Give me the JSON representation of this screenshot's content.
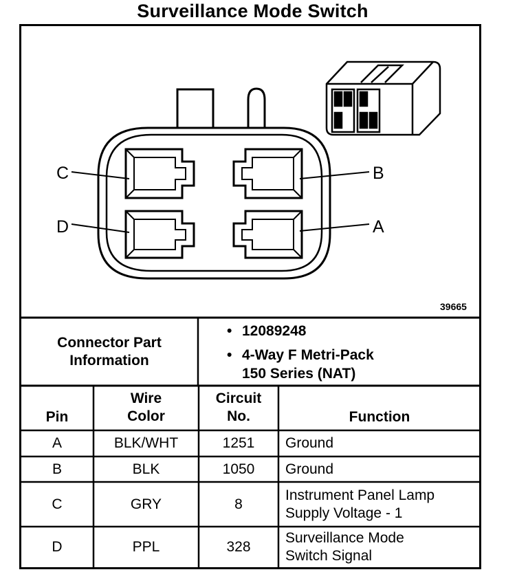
{
  "title": "Surveillance Mode Switch",
  "figure_number": "39665",
  "pin_callouts": {
    "a": "A",
    "b": "B",
    "c": "C",
    "d": "D"
  },
  "connector_info": {
    "label": "Connector Part\nInformation",
    "items": [
      "12089248",
      "4-Way F Metri-Pack",
      "150 Series (NAT)"
    ]
  },
  "table": {
    "headers": {
      "pin": "Pin",
      "wire_color": "Wire\nColor",
      "circuit": "Circuit\nNo.",
      "function": "Function"
    },
    "rows": [
      {
        "pin": "A",
        "color": "BLK/WHT",
        "circuit": "1251",
        "function": "Ground"
      },
      {
        "pin": "B",
        "color": "BLK",
        "circuit": "1050",
        "function": "Ground"
      },
      {
        "pin": "C",
        "color": "GRY",
        "circuit": "8",
        "function": "Instrument Panel Lamp\nSupply Voltage - 1"
      },
      {
        "pin": "D",
        "color": "PPL",
        "circuit": "328",
        "function": "Surveillance Mode\nSwitch Signal"
      }
    ]
  }
}
